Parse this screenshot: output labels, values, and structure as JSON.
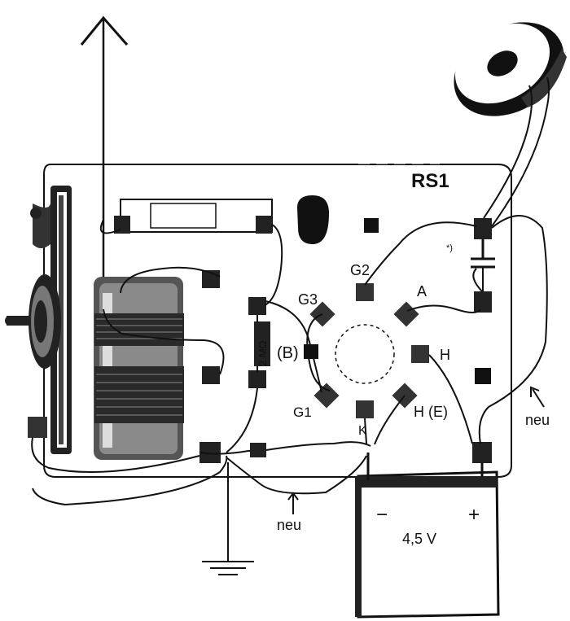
{
  "board": {
    "title": "RS1"
  },
  "tube_pins": {
    "g2": "G2",
    "g3": "G3",
    "a": "A",
    "h_right": "H",
    "g1": "G1",
    "h_e": "H (E)",
    "k": "K"
  },
  "labels": {
    "resistor_value": "2 MΩ",
    "resistor_ref": "(B)",
    "capacitor_note": "*)",
    "new_wire_bottom": "neu",
    "new_wire_right": "neu"
  },
  "battery": {
    "minus": "−",
    "plus": "+",
    "voltage": "4,5 V"
  },
  "colors": {
    "ink": "#111111",
    "paper": "#ffffff"
  }
}
